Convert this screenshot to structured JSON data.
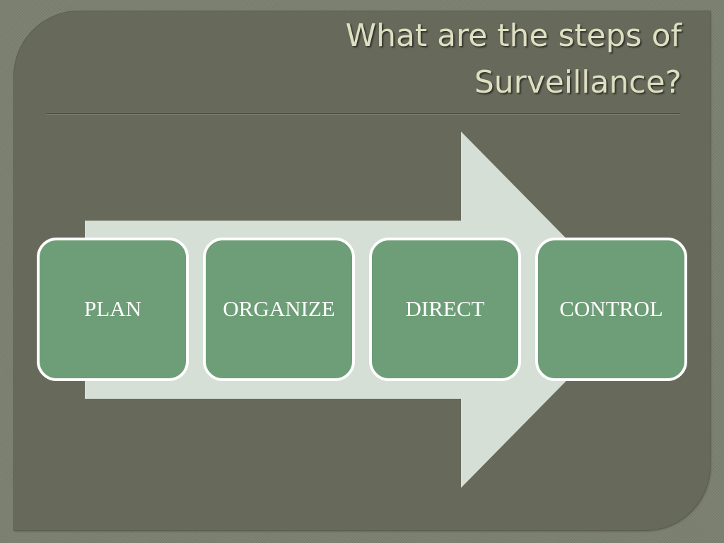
{
  "slide": {
    "title_lines": [
      "What are the steps of",
      "Surveillance?"
    ]
  },
  "steps": [
    {
      "label": "PLAN"
    },
    {
      "label": "ORGANIZE"
    },
    {
      "label": "DIRECT"
    },
    {
      "label": "CONTROL"
    }
  ],
  "colors": {
    "background": "#7b8070",
    "panel": "#676a5b",
    "title_text": "#dedfc0",
    "arrow": "#d5dfd6",
    "step_fill": "#6e9e77",
    "step_border": "#ffffff",
    "step_text": "#ffffff"
  }
}
